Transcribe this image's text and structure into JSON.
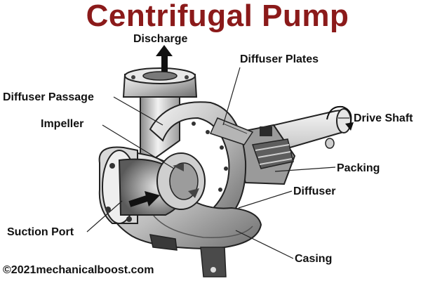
{
  "title": "Centrifugal Pump",
  "labels": {
    "discharge": "Discharge",
    "diffuser_plates": "Diffuser Plates",
    "diffuser_passage": "Diffuser Passage",
    "impeller": "Impeller",
    "drive_shaft": "Drive Shaft",
    "packing": "Packing",
    "diffuser": "Diffuser",
    "suction_port": "Suction Port",
    "casing": "Casing"
  },
  "credit": "©2021mechanicalboost.com"
}
